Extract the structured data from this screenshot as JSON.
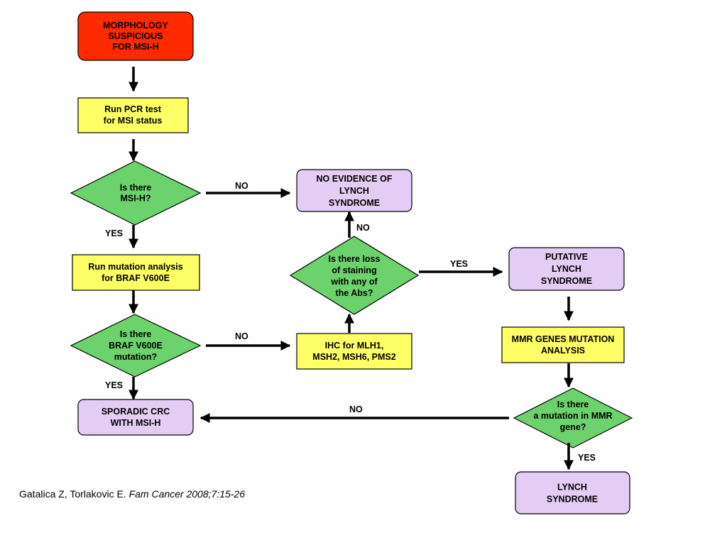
{
  "colors": {
    "start": "#ff2a00",
    "process": "#ffff66",
    "decision": "#6cd26c",
    "terminal": "#e4cdf5",
    "border": "#000000",
    "arrow": "#000000"
  },
  "nodes": {
    "morphology": [
      "MORPHOLOGY",
      "SUSPICIOUS",
      "FOR MSI-H"
    ],
    "pcr": [
      "Run PCR test",
      "for MSI status"
    ],
    "msi_decision": [
      "Is there",
      "MSI-H?"
    ],
    "braf_analysis": [
      "Run mutation analysis",
      "for BRAF V600E"
    ],
    "braf_decision": [
      "Is there",
      "BRAF V600E",
      "mutation?"
    ],
    "sporadic": [
      "SPORADIC CRC",
      "WITH MSI-H"
    ],
    "no_lynch": [
      "NO EVIDENCE OF",
      "LYNCH",
      "SYNDROME"
    ],
    "staining_decision": [
      "Is there loss",
      "of staining",
      "with any of",
      "the Abs?"
    ],
    "ihc": [
      "IHC for MLH1,",
      "MSH2, MSH6, PMS2"
    ],
    "putative": [
      "PUTATIVE",
      "LYNCH",
      "SYNDROME"
    ],
    "mmr_analysis": [
      "MMR GENES MUTATION",
      "ANALYSIS"
    ],
    "mmr_decision": [
      "Is there",
      "a mutation in MMR",
      "gene?"
    ],
    "lynch": [
      "LYNCH",
      "SYNDROME"
    ]
  },
  "edges": {
    "msi_no": "NO",
    "msi_yes": "YES",
    "braf_no": "NO",
    "braf_yes": "YES",
    "staining_no": "NO",
    "staining_yes": "YES",
    "mmr_no": "NO",
    "mmr_yes": "YES"
  },
  "citation": {
    "authors": "Gatalica Z, Torlakovic E.",
    "journal": "Fam Cancer 2008;7:15-26"
  }
}
